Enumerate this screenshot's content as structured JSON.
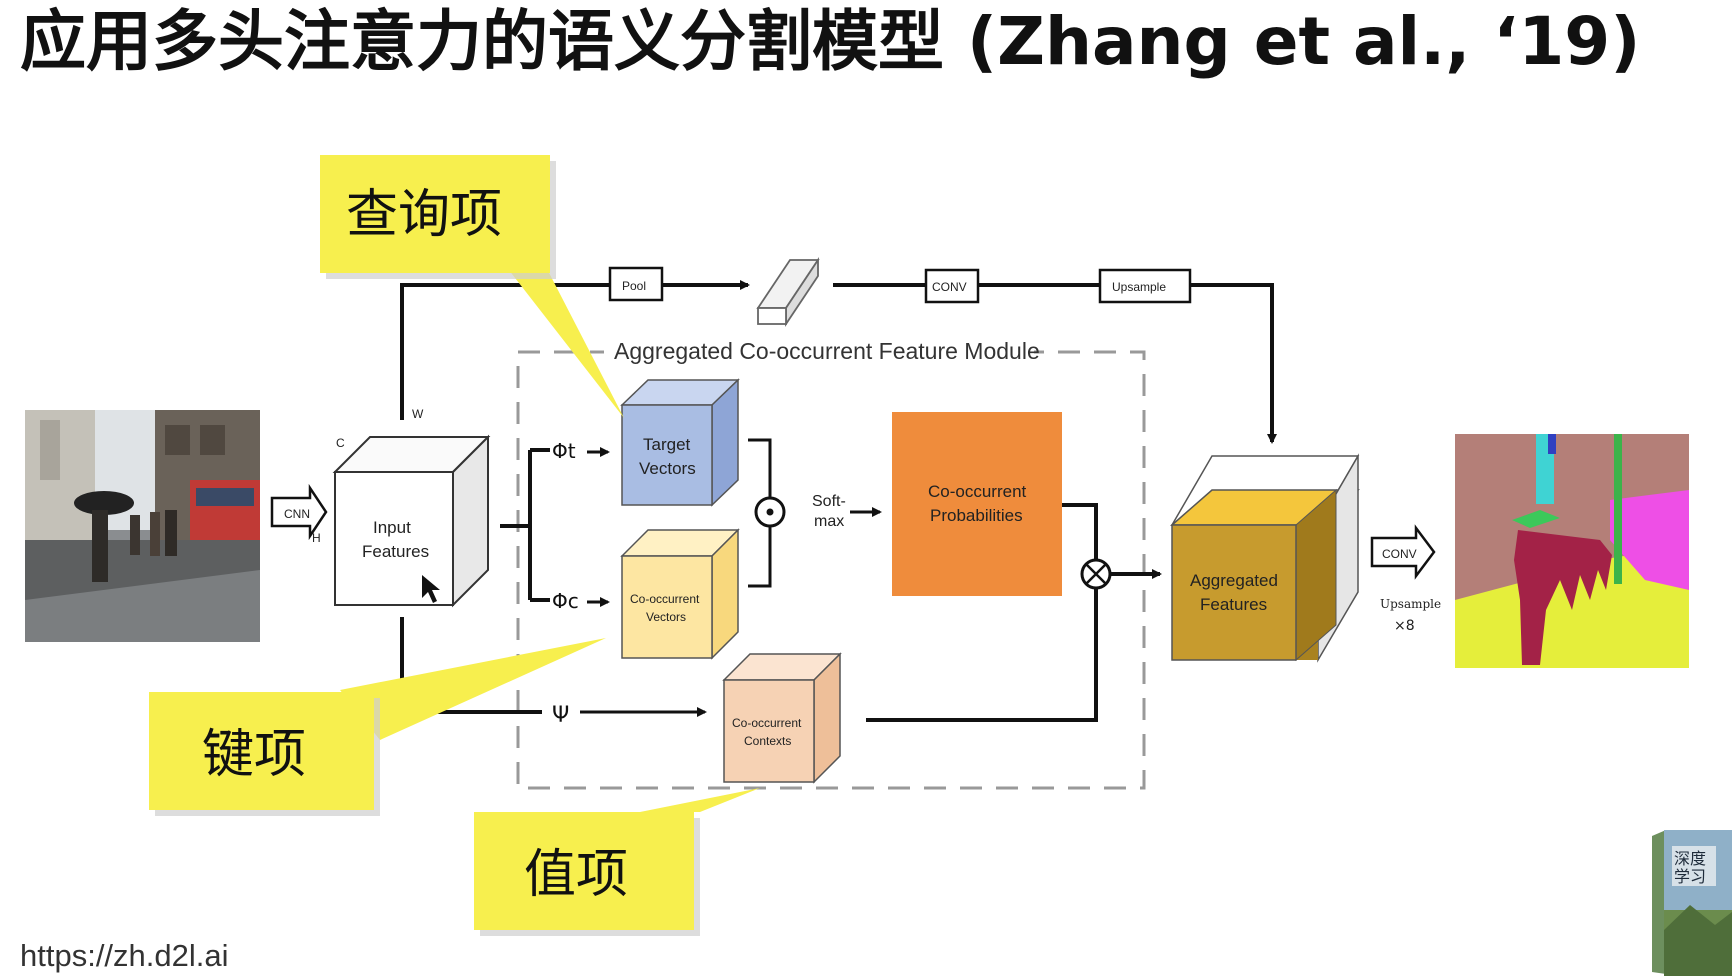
{
  "slide": {
    "title": "应用多头注意力的语义分割模型 (Zhang et al., ‘19)",
    "url": "https://zh.d2l.ai"
  },
  "callouts": {
    "query": "查询项",
    "key": "键项",
    "value": "值项"
  },
  "diagram": {
    "module_label": "Aggregated Co-occurrent Feature Module",
    "pool": "Pool",
    "conv_top": "CONV",
    "upsample_top": "Upsample",
    "cnn": "CNN",
    "dim_w": "W",
    "dim_c": "C",
    "dim_h": "H",
    "input_line1": "Input",
    "input_line2": "Features",
    "phi_t": "Φt",
    "phi_c": "Φc",
    "psi": "Ψ",
    "target_line1": "Target",
    "target_line2": "Vectors",
    "cooc_vec_line1": "Co-occurrent",
    "cooc_vec_line2": "Vectors",
    "cooc_ctx_line1": "Co-occurrent",
    "cooc_ctx_line2": "Contexts",
    "softmax_line1": "Soft-",
    "softmax_line2": "max",
    "prob_line1": "Co-occurrent",
    "prob_line2": "Probabilities",
    "agg_line1": "Aggregated",
    "agg_line2": "Features",
    "conv_right": "CONV",
    "upsample_right": "Upsample",
    "times8": "×8"
  },
  "colors": {
    "callout_fill": "#f7ef4e",
    "target_front": "#a9bde3",
    "cooc_vec_front": "#fde6a2",
    "cooc_ctx_front": "#f6d2b4",
    "prob_fill": "#ef8c3c",
    "agg_front": "#c79b2e"
  },
  "book": {
    "title_line1": "深度",
    "title_line2": "学习"
  }
}
